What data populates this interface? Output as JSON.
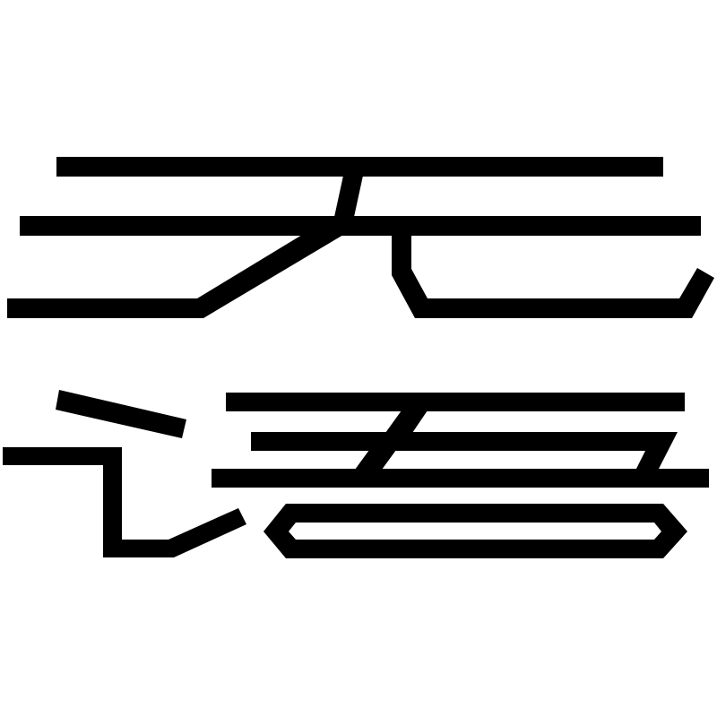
{
  "logo": {
    "text": "无语",
    "characters": [
      "无",
      "语"
    ],
    "ink_color": "#000000",
    "background_color": "#ffffff"
  }
}
